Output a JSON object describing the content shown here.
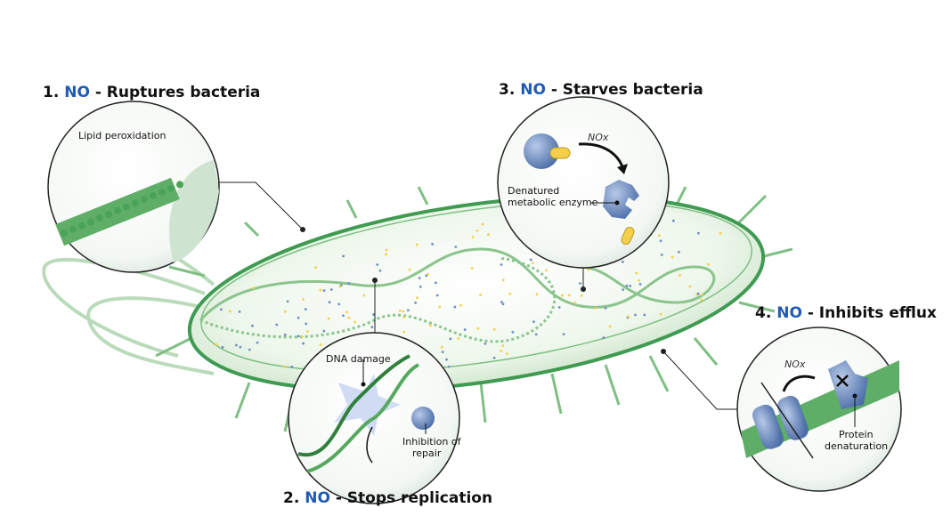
{
  "colors": {
    "accent": "#1f5bb5",
    "membrane": "#3f9a52",
    "cell_fill": "#e3f1e1",
    "protein": "#6f8fc4",
    "cofactor": "#f3cf4a"
  },
  "panels": [
    {
      "number": "1.",
      "agent": "NO",
      "title": "- Ruptures bacteria",
      "labels": [
        "Lipid peroxidation"
      ]
    },
    {
      "number": "2.",
      "agent": "NO",
      "title": "- Stops replication",
      "labels": [
        "DNA damage",
        "Inhibition of",
        "repair"
      ]
    },
    {
      "number": "3.",
      "agent": "NO",
      "title": "- Starves bacteria",
      "labels": [
        "NOx",
        "Denatured",
        "metabolic enzyme"
      ]
    },
    {
      "number": "4.",
      "agent": "NO",
      "title": "- Inhibits efflux",
      "labels": [
        "NOx",
        "Protein",
        "denaturation"
      ]
    }
  ]
}
